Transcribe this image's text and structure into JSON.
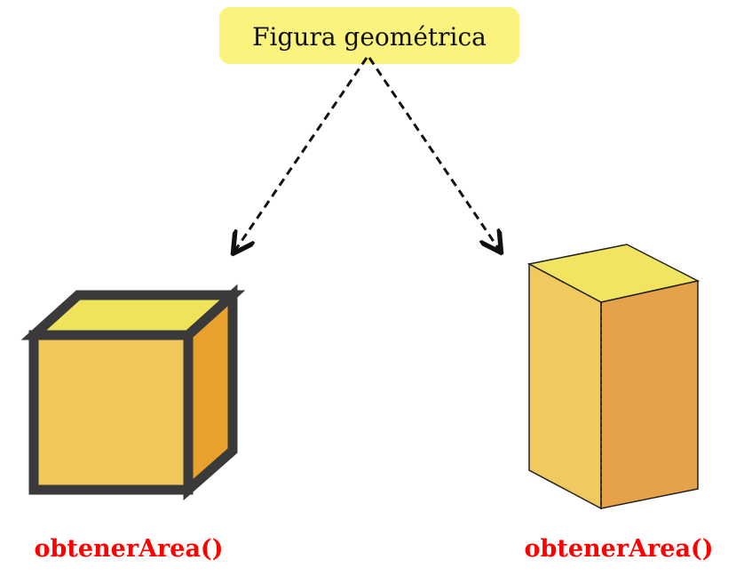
{
  "title": "Figura geométrica",
  "shapes": [
    {
      "name": "cube",
      "method_label": "obtenerArea()"
    },
    {
      "name": "prism",
      "method_label": "obtenerArea()"
    }
  ],
  "colors": {
    "title_background": "#FAF47F",
    "face_front": "#F0C75A",
    "face_top": "#EFE35C",
    "face_side": "#E8A12C",
    "prism_side": "#E5A24B",
    "outline": "#3A3A3A",
    "method_text": "#FF0000",
    "arrow": "#111111"
  }
}
